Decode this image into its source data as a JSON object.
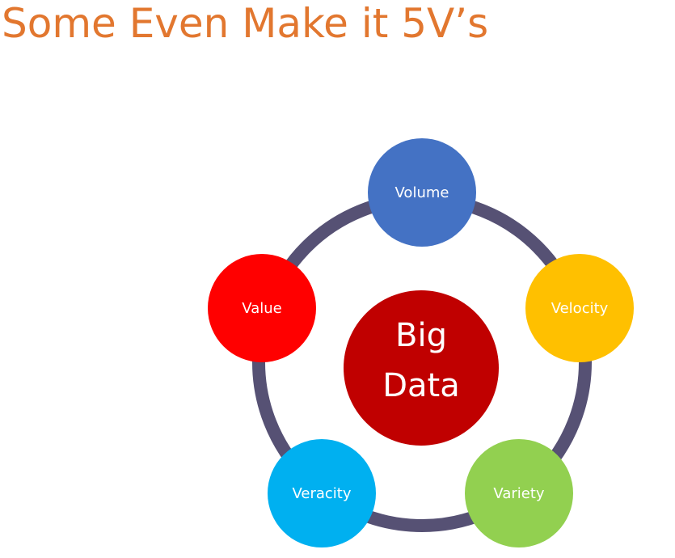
{
  "title": "Some Even Make it 5V’s",
  "colors": {
    "title": "#e2772f",
    "ring": "#565174",
    "center": "#c00000",
    "volume": "#4472c4",
    "velocity": "#ffc000",
    "variety": "#92d050",
    "veracity": "#00b0f0",
    "value": "#ff0000"
  },
  "diagram": {
    "center": {
      "line1": "Big",
      "line2": "Data"
    },
    "nodes": {
      "volume": "Volume",
      "velocity": "Velocity",
      "variety": "Variety",
      "veracity": "Veracity",
      "value": "Value"
    }
  }
}
